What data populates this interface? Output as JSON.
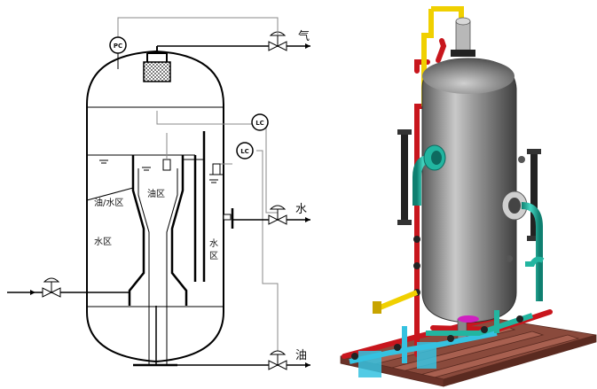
{
  "schematic": {
    "instrument_pc": "PC",
    "instrument_lc_upper": "LC",
    "instrument_lc_lower": "LC",
    "outlet_gas": "气",
    "outlet_water": "水",
    "outlet_oil": "油",
    "zone_oil_water": "油/水区",
    "zone_oil": "油区",
    "zone_water_left": "水区",
    "zone_water_right_top": "水",
    "zone_water_right_bottom": "区"
  },
  "rendering": {
    "colors": {
      "vessel": "#8a8a8a",
      "pipe_red": "#c8161d",
      "pipe_yellow": "#f0d000",
      "pipe_teal": "#22b5a0",
      "pipe_cyan": "#35c2e0",
      "frame_brown": "#8a4a3c",
      "magenta": "#d020c0"
    }
  }
}
